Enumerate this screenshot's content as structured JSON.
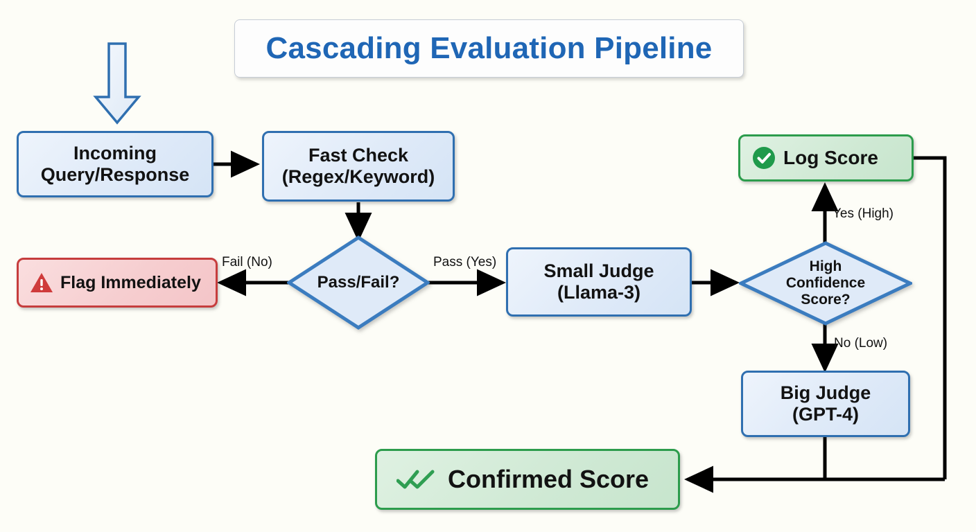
{
  "title": {
    "text": "Cascading Evaluation Pipeline",
    "color": "#1f66b5"
  },
  "colors": {
    "background": "#fdfdf7",
    "blue_border": "#2f6fb0",
    "blue_fill": "#dfeaf8",
    "green_border": "#2c9c4c",
    "green_fill": "#cfe9d4",
    "red_border": "#c63d3d",
    "red_fill": "#f6cdcf",
    "edge": "#000000",
    "title_text": "#1f66b5"
  },
  "nodes": {
    "entry_arrow": {
      "name": "input-arrow"
    },
    "incoming": {
      "line1": "Incoming",
      "line2": "Query/Response"
    },
    "fast_check": {
      "line1": "Fast Check",
      "line2": "(Regex/Keyword)"
    },
    "pass_fail": {
      "label": "Pass/Fail?"
    },
    "flag": {
      "label": "Flag Immediately",
      "icon": "warning-triangle-icon"
    },
    "small_judge": {
      "line1": "Small Judge",
      "line2": "(Llama-3)"
    },
    "high_confidence": {
      "line1": "High",
      "line2": "Confidence",
      "line3": "Score?"
    },
    "log_score": {
      "label": "Log Score",
      "icon": "check-circle-icon"
    },
    "big_judge": {
      "line1": "Big Judge",
      "line2": "(GPT-4)"
    },
    "confirmed_score": {
      "label": "Confirmed Score",
      "icon": "double-check-icon"
    }
  },
  "edges": [
    {
      "id": "incoming-to-fastcheck",
      "label": ""
    },
    {
      "id": "fastcheck-to-passfail",
      "label": ""
    },
    {
      "id": "passfail-to-flag",
      "label": "Fail (No)"
    },
    {
      "id": "passfail-to-smalljudge",
      "label": "Pass (Yes)"
    },
    {
      "id": "smalljudge-to-highconfidence",
      "label": ""
    },
    {
      "id": "highconfidence-to-logscore",
      "label": "Yes (High)"
    },
    {
      "id": "highconfidence-to-bigjudge",
      "label": "No (Low)"
    },
    {
      "id": "bigjudge-to-confirmed",
      "label": ""
    },
    {
      "id": "logscore-to-confirmed",
      "label": ""
    }
  ]
}
